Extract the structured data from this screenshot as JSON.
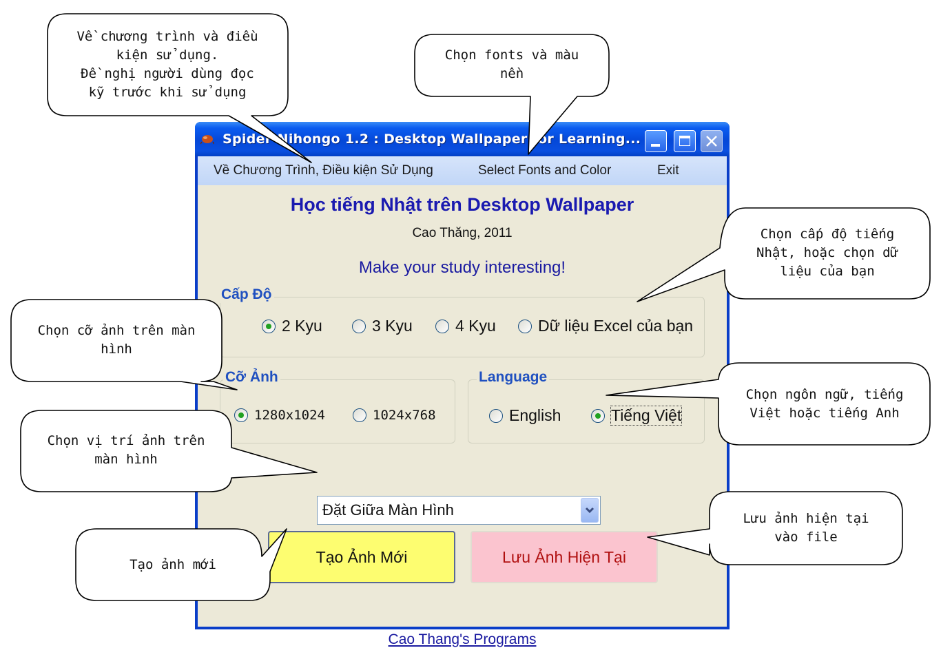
{
  "window": {
    "title": "Spider-Nihongo 1.2 : Desktop Wallpaper for Learning...",
    "menu": [
      "Về Chương Trình, Điều kiện Sử Dụng",
      "Select Fonts and Color",
      "Exit"
    ]
  },
  "main": {
    "heading": "Học tiếng Nhật trên Desktop Wallpaper",
    "author": "Cao Thăng, 2011",
    "slogan": "Make your study interesting!",
    "level": {
      "label": "Cấp Độ",
      "options": [
        "2 Kyu",
        "3 Kyu",
        "4 Kyu",
        "Dữ liệu Excel của bạn"
      ],
      "selected": "2 Kyu"
    },
    "size": {
      "label": "Cỡ Ảnh",
      "options": [
        "1280x1024",
        "1024x768"
      ],
      "selected": "1280x1024"
    },
    "language": {
      "label": "Language",
      "options": [
        "English",
        "Tiếng Việt"
      ],
      "selected": "Tiếng Việt"
    },
    "position_select": "Đặt Giữa Màn Hình",
    "new_button": "Tạo Ảnh Mới",
    "save_button": "Lưu Ảnh Hiện Tại",
    "footer_link": "Cao Thang's Programs"
  },
  "callouts": {
    "about": "Về chương trình và điều\nkiện sử dụng.\nĐề nghị người dùng đọc\nkỹ trước khi sử dụng",
    "fonts": "Chọn fonts và màu\nnền",
    "level": "Chọn cấp độ tiếng\nNhật, hoặc chọn dữ\nliệu của bạn",
    "size": "Chọn cỡ ảnh trên màn\nhình",
    "language": "Chọn ngôn ngữ, tiếng\nViệt hoặc tiếng Anh",
    "position": "Chọn vị trí ảnh trên\nmàn hình",
    "save": "Lưu ảnh hiện tại\nvào file",
    "new": "Tạo ảnh mới"
  },
  "colors": {
    "titlebar": "#0548d8",
    "window_bg": "#ece9d8",
    "heading": "#1a1ab0",
    "group_label": "#1f50c0",
    "new_button": "#fdfd70",
    "save_button": "#fbc4cf",
    "save_text": "#b01010"
  }
}
